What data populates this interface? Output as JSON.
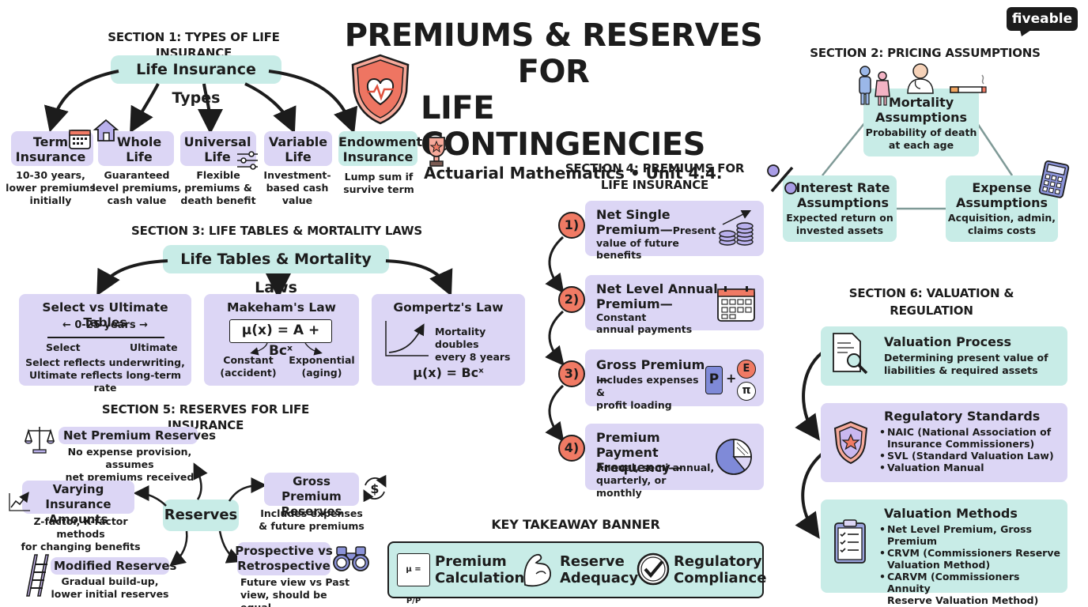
{
  "brand": "fiveable",
  "title": {
    "line1": "PREMIUMS & RESERVES FOR",
    "line2": "LIFE CONTINGENCIES",
    "subtitle": "Actuarial Mathematics • Unit 4.4."
  },
  "section1": {
    "heading": "SECTION 1: TYPES OF LIFE INSURANCE",
    "hub": "Life Insurance Types",
    "types": [
      {
        "name": "Term\nInsurance",
        "desc": "10-30 years,\nlower premiums\ninitially"
      },
      {
        "name": "Whole\nLife",
        "desc": "Guaranteed\nlevel premiums,\ncash value"
      },
      {
        "name": "Universal\nLife",
        "desc": "Flexible\npremiums &\ndeath benefit"
      },
      {
        "name": "Variable\nLife",
        "desc": "Investment-\nbased cash\nvalue"
      },
      {
        "name": "Endowment\nInsurance",
        "desc": "Lump sum if\nsurvive term"
      }
    ]
  },
  "section2": {
    "heading": "SECTION 2: PRICING ASSUMPTIONS",
    "mortality": {
      "name": "Mortality\nAssumptions",
      "desc": "Probability of death\nat each age"
    },
    "interest": {
      "name": "Interest Rate\nAssumptions",
      "desc": "Expected return on\ninvested assets"
    },
    "expense": {
      "name": "Expense\nAssumptions",
      "desc": "Acquisition, admin,\nclaims costs"
    }
  },
  "section3": {
    "heading": "SECTION 3: LIFE TABLES & MORTALITY LAWS",
    "hub": "Life Tables & Mortality Laws",
    "select": {
      "name": "Select vs Ultimate Tables",
      "range": "← 0-25 years →",
      "left": "Select",
      "right": "Ultimate",
      "desc": "Select reflects underwriting,\nUltimate reflects long-term rate"
    },
    "makeham": {
      "name": "Makeham's Law",
      "formula": "μ(x) = A + Bcˣ",
      "left": "Constant\n(accident)",
      "right": "Exponential\n(aging)"
    },
    "gompertz": {
      "name": "Gompertz's Law",
      "desc": "Mortality doubles\nevery 8 years",
      "formula": "μ(x) = Bcˣ"
    }
  },
  "section4": {
    "heading": "SECTION 4: PREMIUMS FOR\nLIFE INSURANCE",
    "items": [
      {
        "num": "1)",
        "title": "Net Single\nPremium—",
        "desc": "Present\nvalue of future benefits"
      },
      {
        "num": "2)",
        "title": "Net Level Annual\nPremium—",
        "desc": "Constant\nannual payments"
      },
      {
        "num": "3)",
        "title": "Gross Premium—",
        "desc": "Includes expenses &\nprofit loading"
      },
      {
        "num": "4)",
        "title": "Premium Payment\nFrequency—",
        "desc": "Annual, semi-annual,\nquarterly, or monthly"
      }
    ],
    "gross_icon": {
      "p": "P",
      "plus": "+",
      "e": "E",
      "pi": "π"
    }
  },
  "section5": {
    "heading": "SECTION 5: RESERVES FOR LIFE INSURANCE",
    "hub": "Reserves",
    "net": {
      "name": "Net Premium Reserves",
      "desc": "No expense provision, assumes\nnet premiums received"
    },
    "varying": {
      "name": "Varying Insurance\nAmounts",
      "desc": "Z-factor, K-factor methods\nfor changing benefits"
    },
    "modified": {
      "name": "Modified Reserves",
      "desc": "Gradual build-up,\nlower initial reserves"
    },
    "gross": {
      "name": "Gross Premium\nReserves",
      "desc": "Includes expenses\n& future premiums"
    },
    "prospective": {
      "name": "Prospective vs\nRetrospective",
      "desc": "Future view vs Past\nview, should be equal"
    }
  },
  "section6": {
    "heading": "SECTION 6: VALUATION &\nREGULATION",
    "process": {
      "name": "Valuation Process",
      "desc": "Determining present value of\nliabilities & required assets"
    },
    "standards": {
      "name": "Regulatory Standards",
      "bullets": [
        "NAIC (National Association of\nInsurance Commissioners)",
        "SVL (Standard Valuation Law)",
        "Valuation Manual"
      ]
    },
    "methods": {
      "name": "Valuation Methods",
      "bullets": [
        "Net Level Premium, Gross Premium",
        "CRVM (Commissioners Reserve\nValuation Method)",
        "CARVM (Commissioners Annuity\nReserve Valuation Method)"
      ]
    }
  },
  "takeaway": {
    "heading": "KEY TAKEAWAY BANNER",
    "items": [
      "Premium\nCalculation",
      "Reserve\nAdequacy",
      "Regulatory\nCompliance"
    ],
    "formula_icon": "μ = P/P"
  },
  "colors": {
    "lavender": "#dcd6f5",
    "mint": "#c8ece7",
    "coral": "#f07a64",
    "dark": "#1c1c1c"
  }
}
